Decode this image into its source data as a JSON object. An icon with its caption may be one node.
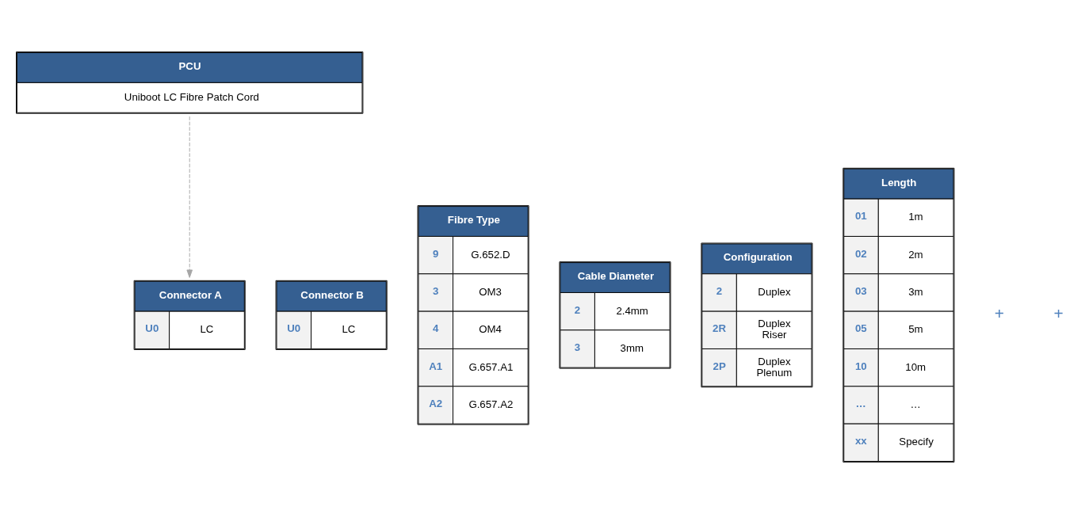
{
  "diagram": {
    "nodes": [
      {
        "text": [
          "PCU",
          "Uniboot LC Fibre Patch Cord"
        ]
      },
      {
        "text": [
          "Connector A",
          "U0",
          "LC"
        ]
      },
      {
        "text": [
          "Connector B",
          "U0",
          "LC"
        ]
      },
      {
        "text": [
          "Fibre Type",
          "9",
          "G.652.D",
          "3",
          "OM3",
          "4",
          "OM4",
          "A1",
          "G.657.A1",
          "A2",
          "G.657.A2"
        ]
      },
      {
        "text": [
          "Cable Diameter",
          "2",
          "2.4mm",
          "3",
          "3mm"
        ]
      },
      {
        "text": [
          "Configuration",
          "2",
          "Duplex",
          "2R",
          "Duplex Riser",
          "2P",
          "Duplex Plenum"
        ]
      },
      {
        "text": [
          "Length",
          "01",
          "1m",
          "02",
          "2m",
          "03",
          "3m",
          "05",
          "5m",
          "10",
          "10m",
          "…",
          "…",
          "xx",
          "Specify"
        ]
      }
    ],
    "edges": [
      {
        "from": 0,
        "to": 1,
        "arrow": "to",
        "style": "dashed",
        "color": "#a6a6a6"
      }
    ],
    "labels": [
      "+",
      "+"
    ]
  }
}
